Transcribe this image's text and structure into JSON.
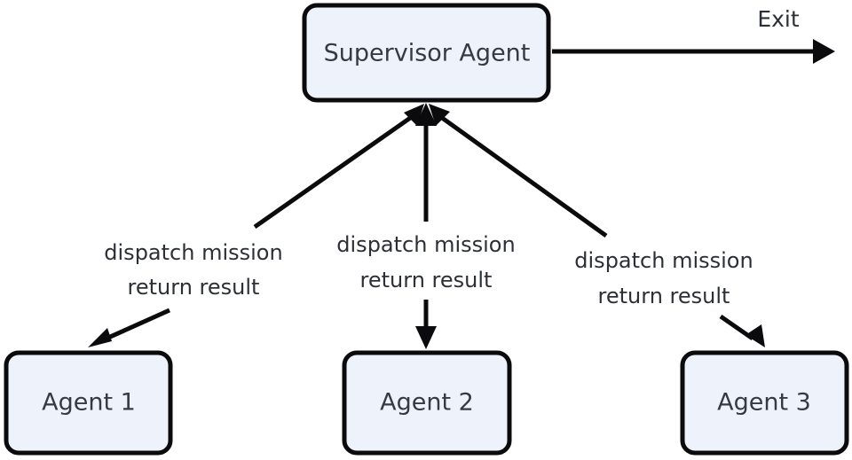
{
  "diagram": {
    "type": "flowchart",
    "background_color": "#ffffff",
    "node_fill_color": "#eef2fb",
    "node_stroke_color": "#0b0b0d",
    "text_color": "#353b43",
    "edge_color": "#0b0b0d",
    "nodes": [
      {
        "id": "supervisor",
        "label": "Supervisor Agent"
      },
      {
        "id": "agent1",
        "label": "Agent 1"
      },
      {
        "id": "agent2",
        "label": "Agent 2"
      },
      {
        "id": "agent3",
        "label": "Agent 3"
      }
    ],
    "edge_labels": [
      {
        "id": "edge-label-1",
        "line1": "dispatch mission",
        "line2": "return result"
      },
      {
        "id": "edge-label-2",
        "line1": "dispatch mission",
        "line2": "return result"
      },
      {
        "id": "edge-label-3",
        "line1": "dispatch mission",
        "line2": "return result"
      }
    ],
    "exit": {
      "label": "Exit"
    }
  }
}
